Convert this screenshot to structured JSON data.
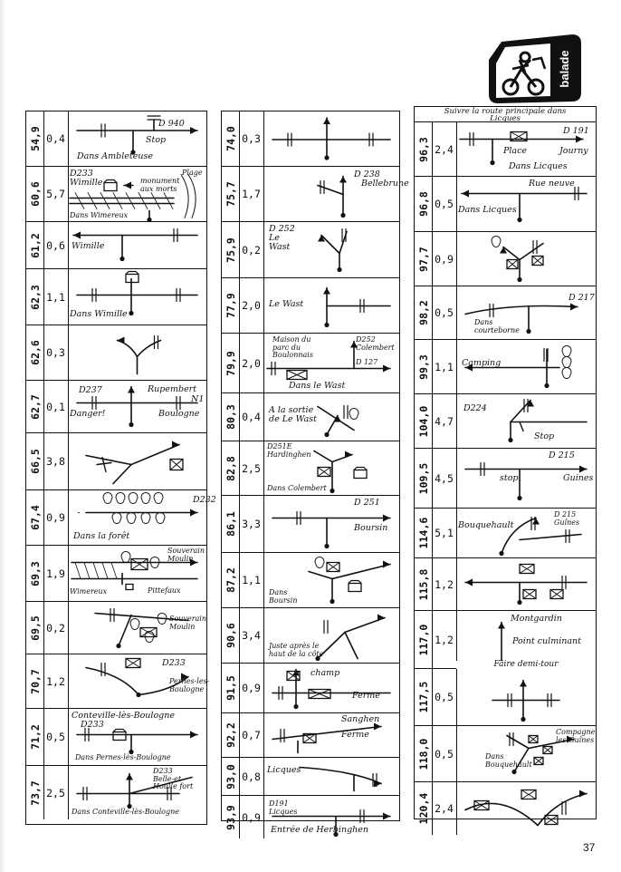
{
  "logo": {
    "text": "balade"
  },
  "page_number": "37",
  "columns": [
    {
      "rows": [
        {
          "km": "54,9",
          "dist": "0,4",
          "labels": [
            "D 940",
            "Stop",
            "Dans Ambleteuse"
          ]
        },
        {
          "km": "60,6",
          "dist": "5,7",
          "labels": [
            "D233",
            "Wimille",
            "monument\naux morts",
            "Plage",
            "Dans Wimereux"
          ]
        },
        {
          "km": "61,2",
          "dist": "0,6",
          "labels": [
            "Wimille"
          ]
        },
        {
          "km": "62,3",
          "dist": "1,1",
          "labels": [
            "Dans Wimille"
          ]
        },
        {
          "km": "62,6",
          "dist": "0,3",
          "labels": []
        },
        {
          "km": "62,7",
          "dist": "0,1",
          "labels": [
            "D237",
            "Rupembert",
            "N1",
            "Danger!",
            "Boulogne"
          ]
        },
        {
          "km": "66,5",
          "dist": "3,8",
          "labels": []
        },
        {
          "km": "67,4",
          "dist": "0,9",
          "labels": [
            "D232",
            "Dans la forêt"
          ]
        },
        {
          "km": "69,3",
          "dist": "1,9",
          "labels": [
            "Souverain\nMoulin",
            "Wimereux",
            "Pittefaux"
          ]
        },
        {
          "km": "69,5",
          "dist": "0,2",
          "labels": [
            "Souverain\nMoulin"
          ]
        },
        {
          "km": "70,7",
          "dist": "1,2",
          "labels": [
            "D233",
            "Pernes-les-\nBoulogne"
          ]
        },
        {
          "km": "71,2",
          "dist": "0,5",
          "labels": [
            "Conteville-lès-Boulogne",
            "D233",
            "Dans Pernes-lès-Boulogne"
          ]
        },
        {
          "km": "73,7",
          "dist": "2,5",
          "labels": [
            "D233\nBelle-et-\nHoulle fort",
            "Dans Conteville-lès-Boulogne"
          ]
        }
      ]
    },
    {
      "rows": [
        {
          "km": "74,0",
          "dist": "0,3",
          "labels": []
        },
        {
          "km": "75,7",
          "dist": "1,7",
          "labels": [
            "D 238",
            "Bellebrune"
          ]
        },
        {
          "km": "75,9",
          "dist": "0,2",
          "labels": [
            "D 252\nLe\nWast"
          ]
        },
        {
          "km": "77,9",
          "dist": "2,0",
          "labels": [
            "Le Wast"
          ]
        },
        {
          "km": "79,9",
          "dist": "2,0",
          "labels": [
            "Maison du\nparc du\nBoulonnais",
            "D252\nColembert",
            "D 127",
            "Dans le Wast"
          ]
        },
        {
          "km": "80,3",
          "dist": "0,4",
          "labels": [
            "A la sortie\nde Le Wast"
          ]
        },
        {
          "km": "82,8",
          "dist": "2,5",
          "labels": [
            "D251E\nHardinghen",
            "Dans Colembert"
          ]
        },
        {
          "km": "86,1",
          "dist": "3,3",
          "labels": [
            "D 251",
            "Boursin"
          ]
        },
        {
          "km": "87,2",
          "dist": "1,1",
          "labels": [
            "Dans\nBoursin"
          ]
        },
        {
          "km": "90,6",
          "dist": "3,4",
          "labels": [
            "Juste après le\nhaut de la côte"
          ]
        },
        {
          "km": "91,5",
          "dist": "0,9",
          "labels": [
            "champ",
            "Ferme"
          ]
        },
        {
          "km": "92,2",
          "dist": "0,7",
          "labels": [
            "Sanghen",
            "Ferme"
          ]
        },
        {
          "km": "93,0",
          "dist": "0,8",
          "labels": [
            "Licques"
          ]
        },
        {
          "km": "93,9",
          "dist": "0,9",
          "labels": [
            "D191\nLicques",
            "Entrée de Herbinghen"
          ]
        }
      ]
    },
    {
      "header": "Suivre la route principale dans\nLicques",
      "rows": [
        {
          "km": "96,3",
          "dist": "2,4",
          "labels": [
            "D 191",
            "Place",
            "Journy",
            "Dans Licques"
          ]
        },
        {
          "km": "96,8",
          "dist": "0,5",
          "labels": [
            "Rue neuve",
            "Dans Licques"
          ]
        },
        {
          "km": "97,7",
          "dist": "0,9",
          "labels": []
        },
        {
          "km": "98,2",
          "dist": "0,5",
          "labels": [
            "D 217",
            "Dans\ncourteborne"
          ]
        },
        {
          "km": "99,3",
          "dist": "1,1",
          "labels": [
            "Camping"
          ]
        },
        {
          "km": "104,0",
          "dist": "4,7",
          "labels": [
            "D224",
            "Stop"
          ]
        },
        {
          "km": "109,5",
          "dist": "4,5",
          "labels": [
            "D 215",
            "stop",
            "Guines"
          ]
        },
        {
          "km": "114,6",
          "dist": "5,1",
          "labels": [
            "D 215\nGuînes",
            "Bouquehault"
          ]
        },
        {
          "km": "115,8",
          "dist": "1,2",
          "labels": []
        },
        {
          "km": "117,0",
          "dist": "1,2",
          "labels": [
            "Montgardin",
            "Point culminant"
          ]
        },
        {
          "km": "117,5",
          "dist": "0,5",
          "labels": [],
          "note": "Faire demi-tour"
        },
        {
          "km": "118,0",
          "dist": "0,5",
          "labels": [
            "Compagne\nles-Guînes",
            "Dans\nBouquehault"
          ]
        },
        {
          "km": "120,4",
          "dist": "2,4",
          "labels": []
        }
      ]
    }
  ]
}
